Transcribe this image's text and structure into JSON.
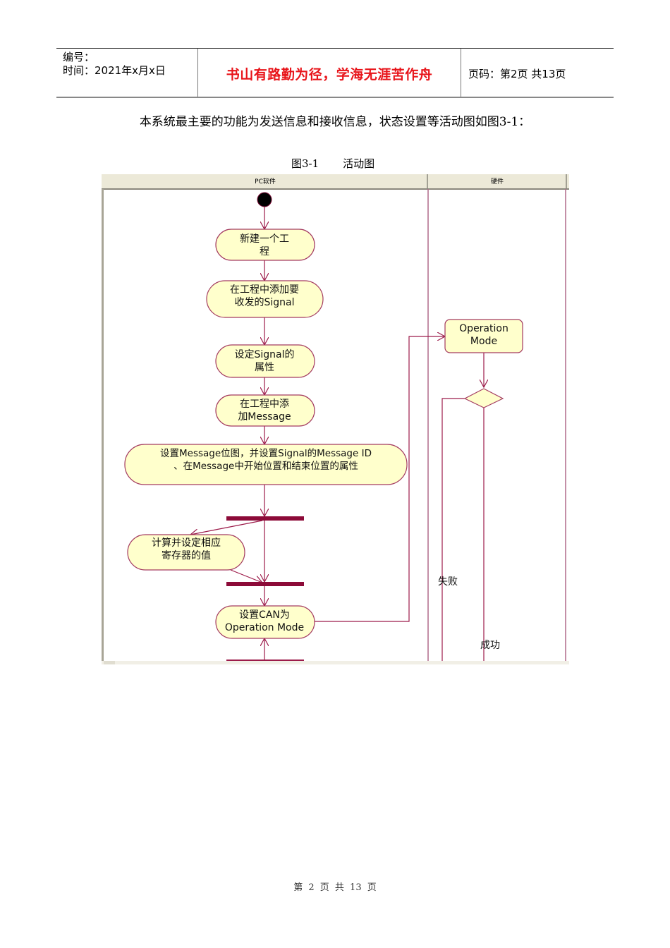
{
  "header": {
    "serial_label": "编号：",
    "date_label": "时间：2021年x月x日",
    "motto": "书山有路勤为径，学海无涯苦作舟",
    "page_info": "页码：第2页  共13页",
    "motto_color": "#e8141a"
  },
  "body": {
    "paragraph": "本系统最主要的功能为发送信息和接收信息，状态设置等活动图如图3-1：",
    "figure_caption": {
      "number": "图3-1",
      "title": "活动图"
    }
  },
  "diagram": {
    "swimlanes": [
      {
        "label": "PC软件"
      },
      {
        "label": "硬件"
      }
    ],
    "activities": [
      {
        "id": "a1",
        "lines": [
          "新建一个工",
          "程"
        ]
      },
      {
        "id": "a2",
        "lines": [
          "在工程中添加要",
          "收发的Signal"
        ]
      },
      {
        "id": "a3",
        "lines": [
          "设定Signal的",
          "属性"
        ]
      },
      {
        "id": "a4",
        "lines": [
          "在工程中添",
          "加Message"
        ]
      },
      {
        "id": "a5",
        "lines": [
          "设置Message位图，并设置Signal的Message ID",
          "、在Message中开始位置和结束位置的属性"
        ]
      },
      {
        "id": "a6",
        "lines": [
          "计算并设定相应",
          "寄存器的值"
        ]
      },
      {
        "id": "a7",
        "lines": [
          "设置CAN为",
          "Operation Mode"
        ]
      },
      {
        "id": "h1",
        "lines": [
          "Operation",
          "Mode"
        ]
      }
    ],
    "guards": {
      "fail": "失败",
      "success": "成功"
    },
    "colors": {
      "line": "#9c1b4a",
      "bar": "#8c0a38",
      "activity_fill": "#ffffcc",
      "header_fill": "#ece9d8"
    }
  },
  "footer": {
    "page_text": "第 2 页 共 13 页"
  }
}
